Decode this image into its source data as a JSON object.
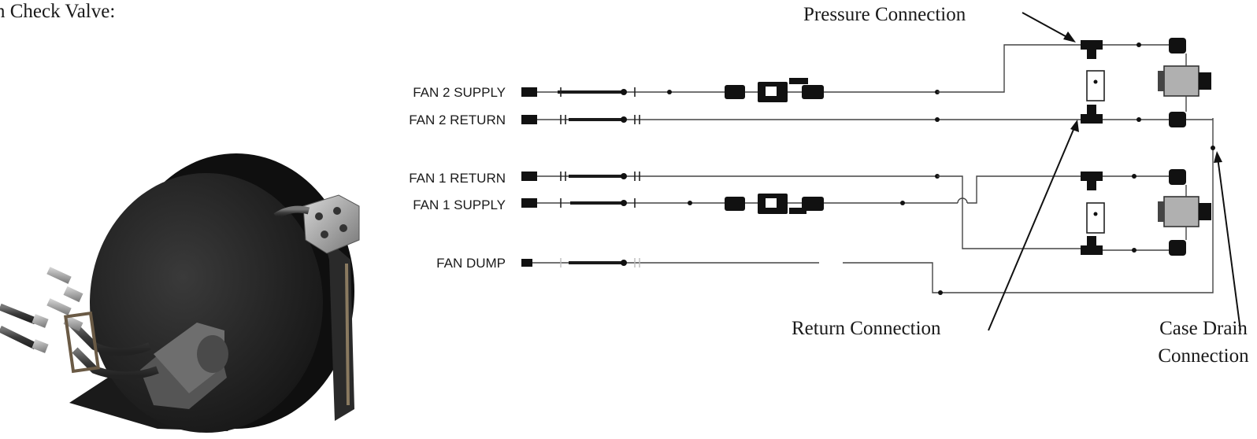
{
  "caption": "n Check Valve:",
  "callouts": {
    "pressure": "Pressure Connection",
    "return": "Return Connection",
    "case_drain_line1": "Case Drain",
    "case_drain_line2": "Connection"
  },
  "line_labels": {
    "fan2_supply": "FAN 2 SUPPLY",
    "fan2_return": "FAN 2 RETURN",
    "fan1_return": "FAN 1 RETURN",
    "fan1_supply": "FAN 1 SUPPLY",
    "fan_dump": "FAN DUMP"
  },
  "colors": {
    "fan_body": "#1e1e1e",
    "manifold": "#9a9a9a",
    "hose": "#3a3a3a"
  }
}
